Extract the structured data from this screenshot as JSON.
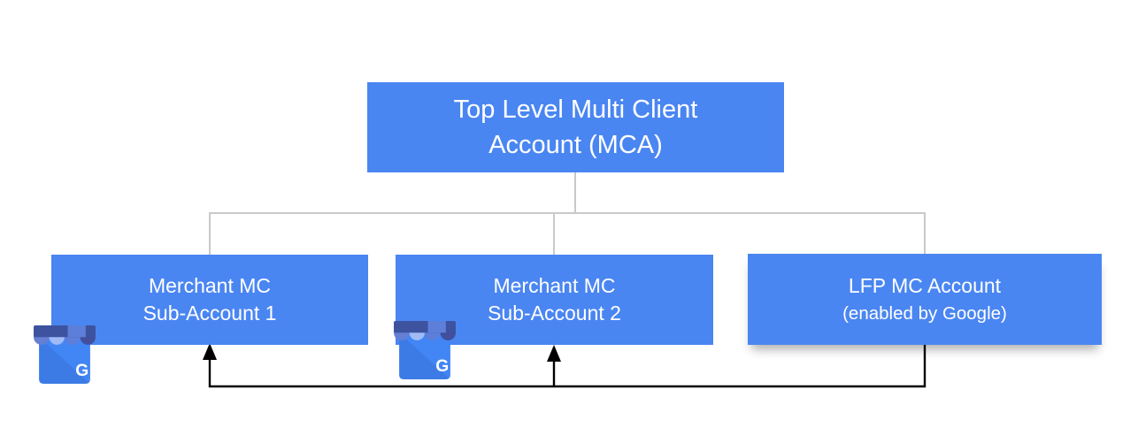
{
  "diagram": {
    "root": {
      "label_line1": "Top Level Multi Client",
      "label_line2": "Account (MCA)"
    },
    "children": [
      {
        "label_line1": "Merchant MC",
        "label_line2": "Sub-Account 1"
      },
      {
        "label_line1": "Merchant MC",
        "label_line2": "Sub-Account 2"
      },
      {
        "label_line1": "LFP MC Account",
        "label_line2": "(enabled by Google)"
      }
    ],
    "gmb_icon": {
      "name": "google-my-business-icon",
      "letter": "G"
    },
    "colors": {
      "node_fill": "#4a86f2",
      "node_text": "#ffffff",
      "tree_line": "#c9c9c9",
      "arrow_line": "#000000",
      "gmb_awning_dark": "#3e53a0",
      "gmb_awning_medium": "#5d7fd9",
      "gmb_awning_light": "#9fbaf6",
      "gmb_scallop_1": "#647fd3",
      "gmb_scallop_4": "#414f9c",
      "gmb_body": "#4285f4"
    }
  }
}
